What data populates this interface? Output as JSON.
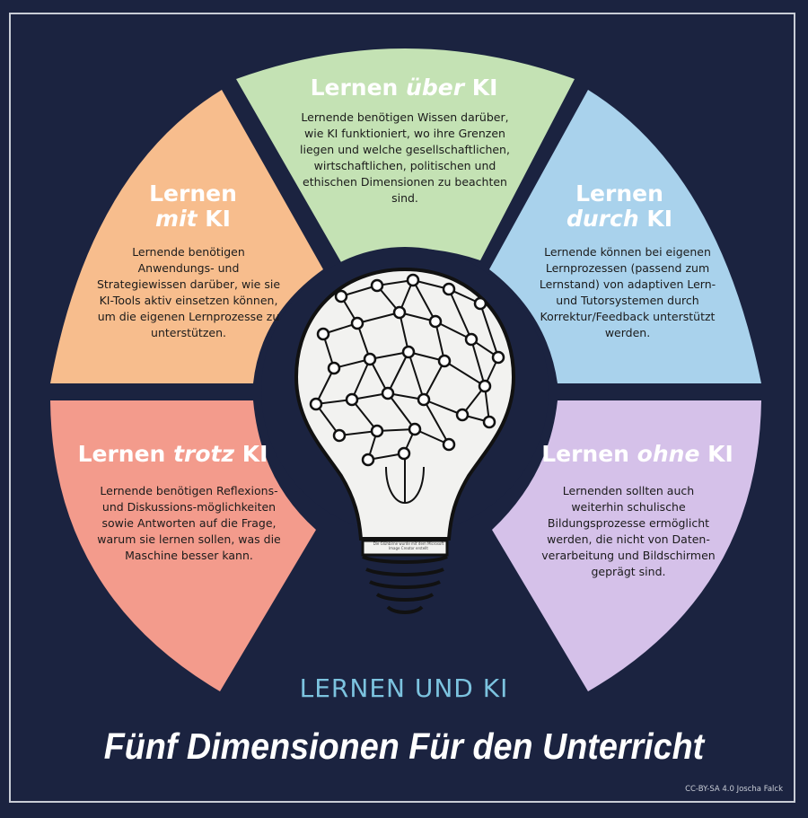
{
  "colors": {
    "background": "#1b2340",
    "green": "#c4e2b4",
    "blue": "#a9d2ec",
    "orange": "#f7bd8d",
    "red": "#f39b8c",
    "purple": "#d5c1e9"
  },
  "segments": {
    "ueber": {
      "prefix": "Lernen ",
      "keyword": "über",
      "suffix": " KI",
      "text": "Lernende benötigen Wissen darüber, wie KI funktioniert, wo ihre Grenzen liegen und welche gesellschaftlichen, wirtschaftlichen, politischen und ethischen Dimensionen zu beachten sind."
    },
    "mit": {
      "prefix": "Lernen",
      "keyword": "mit",
      "suffix": " KI",
      "text": "Lernende benötigen Anwendungs- und Strategiewissen darüber, wie sie KI-Tools aktiv einsetzen können, um die eigenen Lernprozesse zu unterstützen."
    },
    "durch": {
      "prefix": "Lernen",
      "keyword": "durch",
      "suffix": " KI",
      "text": "Lernende können bei eigenen Lernprozessen (passend zum Lernstand) von adaptiven Lern- und Tutorsystemen durch Korrektur/Feedback unterstützt werden."
    },
    "trotz": {
      "prefix": "Lernen ",
      "keyword": "trotz",
      "suffix": " KI",
      "text": "Lernende benötigen Reflexions- und Diskussions-möglichkeiten sowie Antworten auf die Frage, warum sie lernen sollen, was die Maschine besser kann."
    },
    "ohne": {
      "prefix": "Lernen ",
      "keyword": "ohne",
      "suffix": " KI",
      "text": "Lernenden sollten auch weiterhin schulische Bildungsprozesse ermöglicht werden, die nicht von Daten-verarbeitung und Bildschirmen geprägt sind."
    }
  },
  "subtitle": "LERNEN UND KI",
  "main_title": "Fünf Dimensionen Für den Unterricht",
  "credit": "CC-BY-SA 4.0 Joscha Falck",
  "bulb": {
    "icon": "lightbulb-network-icon",
    "caption": "Die Glühbirne wurde mit dem Microsoft Image Creator erstellt"
  }
}
